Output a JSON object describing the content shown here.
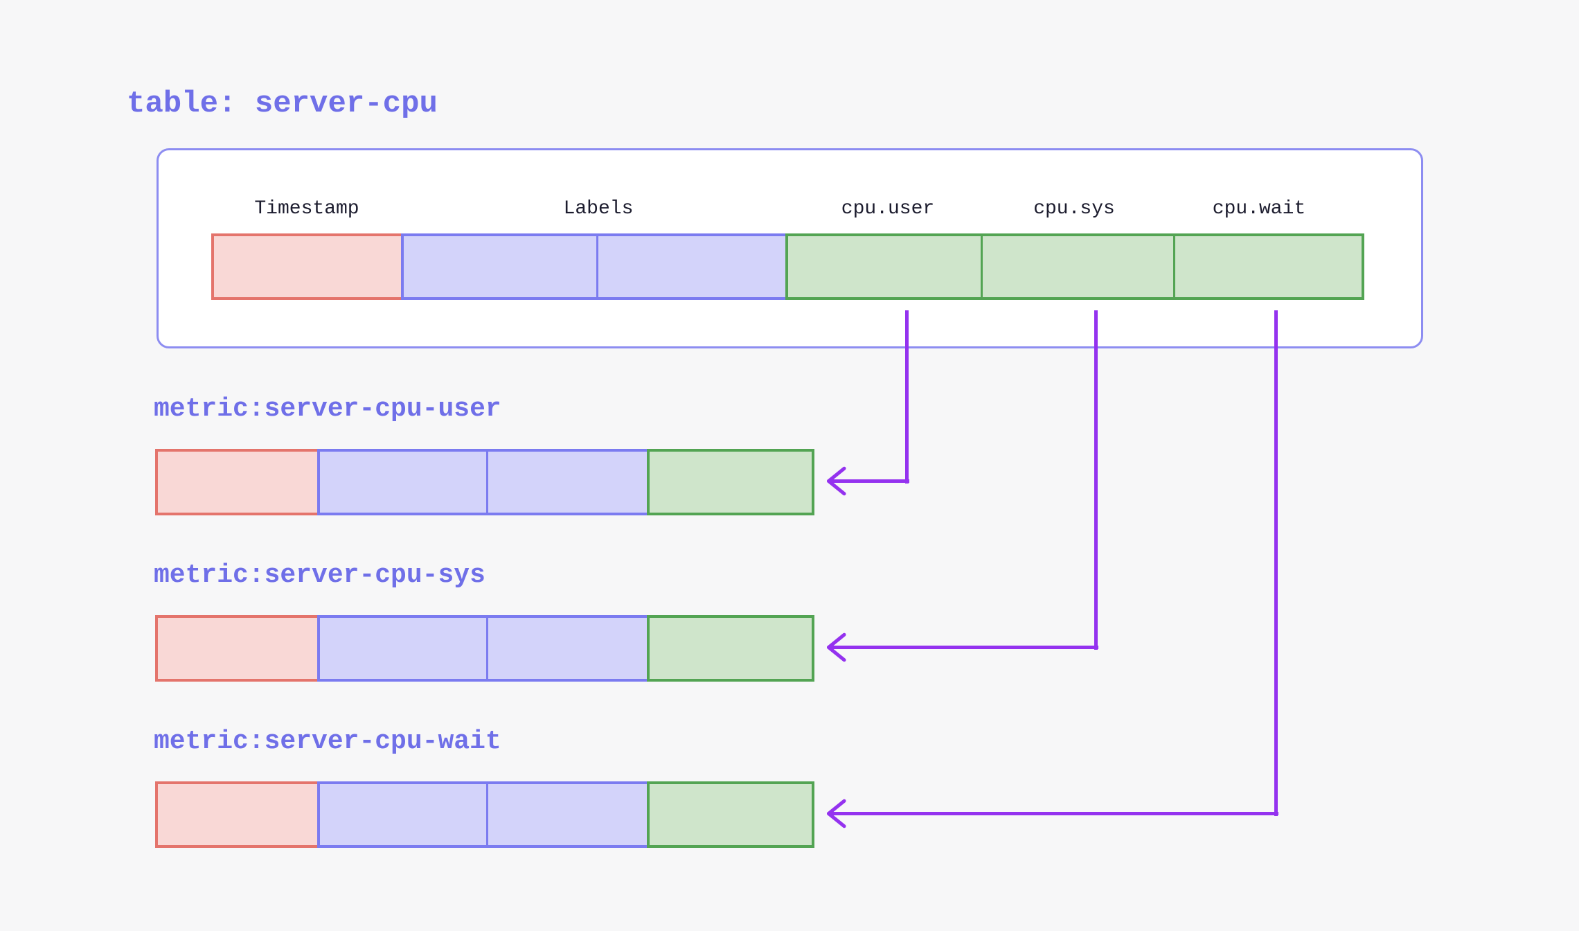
{
  "table": {
    "title": "table: server-cpu",
    "columns": [
      {
        "name": "Timestamp",
        "type": "timestamp",
        "span": 1
      },
      {
        "name": "Labels",
        "type": "labels",
        "span": 2
      },
      {
        "name": "cpu.user",
        "type": "field",
        "span": 1
      },
      {
        "name": "cpu.sys",
        "type": "field",
        "span": 1
      },
      {
        "name": "cpu.wait",
        "type": "field",
        "span": 1
      }
    ]
  },
  "metrics": [
    {
      "label": "metric:server-cpu-user",
      "arrow_from": "cpu.user"
    },
    {
      "label": "metric:server-cpu-sys",
      "arrow_from": "cpu.sys"
    },
    {
      "label": "metric:server-cpu-wait",
      "arrow_from": "cpu.wait"
    }
  ],
  "colors": {
    "background": "#f7f7f8",
    "box_border": "#8d8df1",
    "accent_text": "#6f6fe8",
    "header_text": "#1c1c2e",
    "timestamp_fill": "#f9d8d6",
    "timestamp_border": "#e4746c",
    "labels_fill": "#d3d3fa",
    "labels_border": "#7b7bf0",
    "field_fill": "#cfe5cb",
    "field_border": "#53a453",
    "arrow": "#9432ef"
  }
}
